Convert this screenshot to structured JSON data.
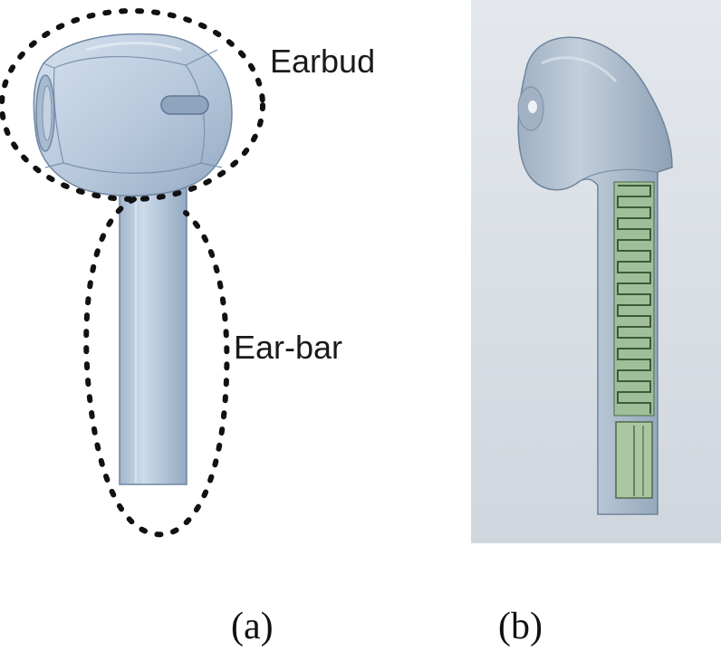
{
  "panel_a": {
    "labels": {
      "earbud": "Earbud",
      "ear_bar": "Ear-bar"
    },
    "caption": "(a)"
  },
  "panel_b": {
    "caption": "(b)"
  },
  "colors": {
    "model_fill": "#b9c9dc",
    "model_edge": "#6f87a3",
    "antenna_fill": "#a9c7a0",
    "background_b": "#d9dee5"
  }
}
